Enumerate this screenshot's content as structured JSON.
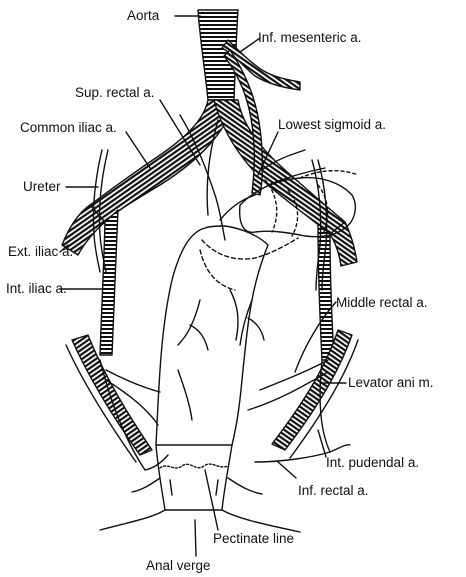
{
  "labels": {
    "aorta": "Aorta",
    "inf_mesenteric": "Inf. mesenteric a.",
    "sup_rectal": "Sup. rectal a.",
    "common_iliac": "Common iliac a.",
    "lowest_sigmoid": "Lowest sigmoid a.",
    "ureter": "Ureter",
    "ext_iliac": "Ext. iliac a.",
    "int_iliac": "Int. iliac a.",
    "middle_rectal": "Middle rectal a.",
    "levator_ani": "Levator ani m.",
    "int_pudendal": "Int. pudendal a.",
    "inf_rectal": "Inf. rectal a.",
    "pectinate_line": "Pectinate line",
    "anal_verge": "Anal verge"
  },
  "colors": {
    "ink": "#111111",
    "paper": "#ffffff"
  }
}
